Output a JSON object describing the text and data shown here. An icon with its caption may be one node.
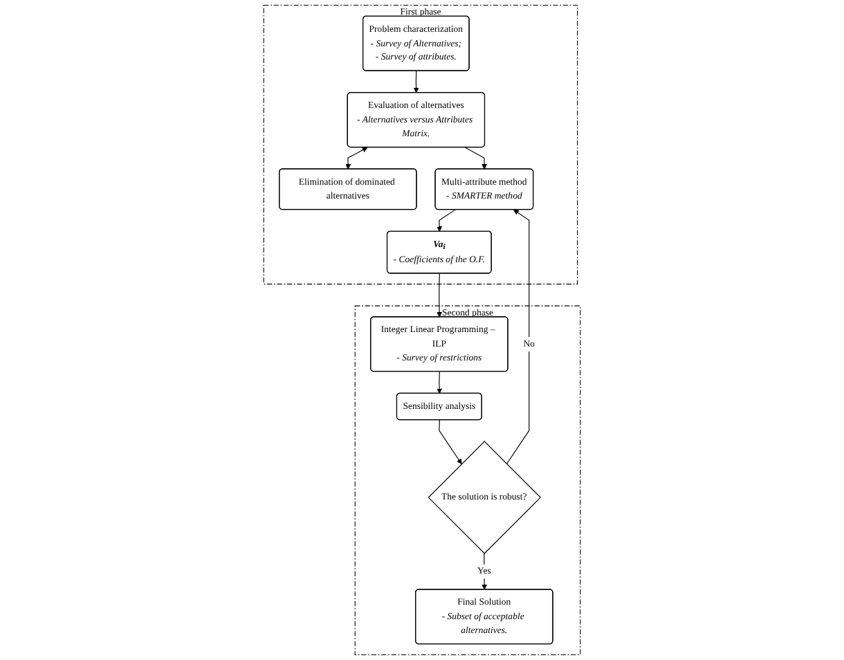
{
  "diagram": {
    "nodes": [
      {
        "text": [
          "First phase"
        ]
      },
      {
        "text": [
          "Problem characterization",
          "- Survey of Alternatives;",
          "- Survey of attributes."
        ],
        "in": 0
      },
      {
        "text": [
          "Evaluation of alternatives",
          "- Alternatives versus Attributes Matrix."
        ],
        "in": 0
      },
      {
        "text": [
          "Elimination of dominated alternatives"
        ],
        "in": 0
      },
      {
        "text": [
          "Multi-attribute method",
          "- SMARTER method"
        ],
        "in": 0
      },
      {
        "text": [
          "Va$_{i}$",
          "- Coefficients of the O.F."
        ],
        "in": 0
      },
      {
        "text": [
          "Second phase"
        ]
      },
      {
        "text": [
          "Integer Linear Programming – ILP",
          "- Survey of restrictions"
        ],
        "in": 6
      },
      {
        "text": [
          "Sensibility analysis"
        ],
        "in": 6
      },
      {
        "text": [
          "The solution is robust?"
        ],
        "in": 6
      },
      {
        "text": [
          "Final Solution",
          "- Subset of acceptable alternatives."
        ],
        "in": 6
      }
    ],
    "edges": [
      {
        "from": 1,
        "to": 2,
        "arrow": "to"
      },
      {
        "from": 2,
        "to": 3,
        "arrow": "both"
      },
      {
        "from": 2,
        "to": 4,
        "arrow": "to"
      },
      {
        "from": 4,
        "to": 5,
        "arrow": "to"
      },
      {
        "from": 5,
        "to": 7,
        "arrow": "to"
      },
      {
        "from": 7,
        "to": 8,
        "arrow": "to"
      },
      {
        "from": 8,
        "to": 9,
        "arrow": "to"
      },
      {
        "from": 9,
        "to": 4,
        "arrow": "to",
        "label": "No"
      },
      {
        "from": 9,
        "to": 10,
        "arrow": "to",
        "label": "Yes"
      }
    ]
  }
}
